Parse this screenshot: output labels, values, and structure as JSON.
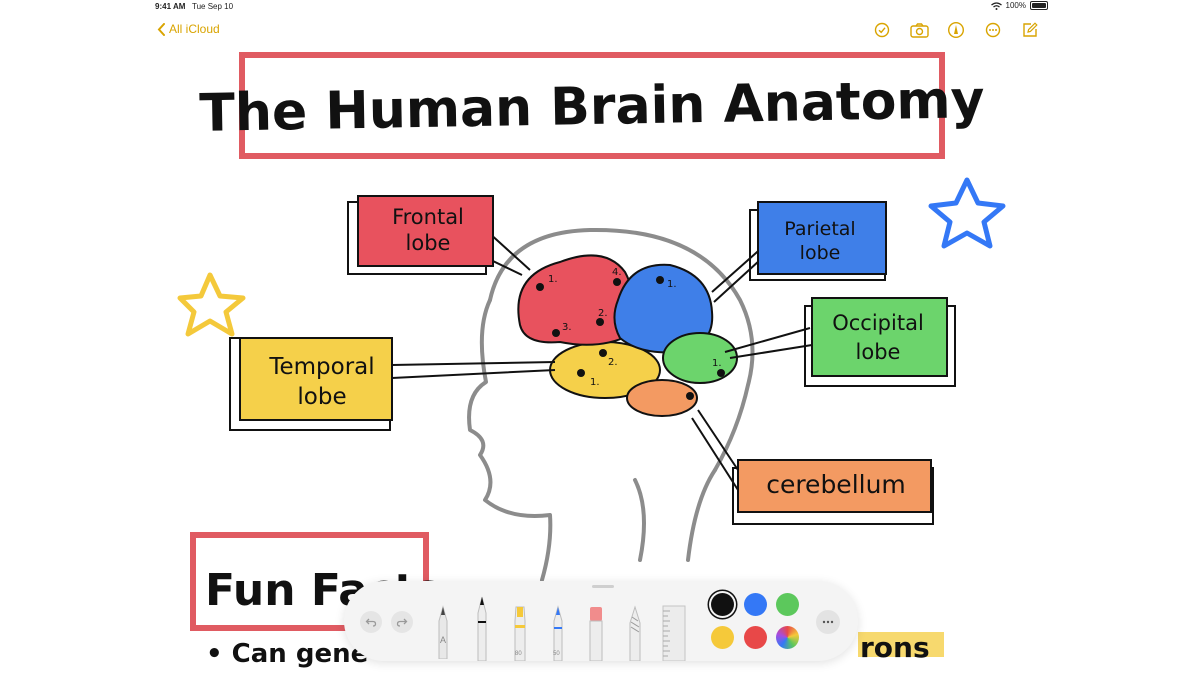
{
  "status": {
    "time": "9:41 AM",
    "date": "Tue Sep 10",
    "battery": "100%"
  },
  "nav": {
    "back_label": "All iCloud"
  },
  "toolbar_icons": [
    "checklist-icon",
    "camera-icon",
    "markup-pen-icon",
    "more-icon",
    "compose-icon"
  ],
  "note": {
    "title": "The Human Brain Anatomy",
    "labels": {
      "frontal": [
        "Frontal",
        "lobe"
      ],
      "parietal": [
        "Parietal",
        "lobe"
      ],
      "temporal": [
        "Temporal",
        "lobe"
      ],
      "occipital": [
        "Occipital",
        "lobe"
      ],
      "cerebellum": "cerebellum"
    },
    "region_numbers": {
      "frontal": [
        "1.",
        "2.",
        "3.",
        "4."
      ],
      "parietal": "1.",
      "temporal": [
        "1.",
        "2."
      ],
      "occipital": "1."
    },
    "fun_facts_heading": "Fun Facts",
    "bullet_left": "• Can gene",
    "bullet_right": "rons"
  },
  "palette": {
    "pen_labels": [
      "A",
      "80",
      "50"
    ],
    "colors": {
      "black": "#111111",
      "blue": "#3478f6",
      "green": "#5cc85c",
      "yellow": "#f5c93a",
      "red": "#e84848"
    },
    "accent": "#d9a400"
  }
}
